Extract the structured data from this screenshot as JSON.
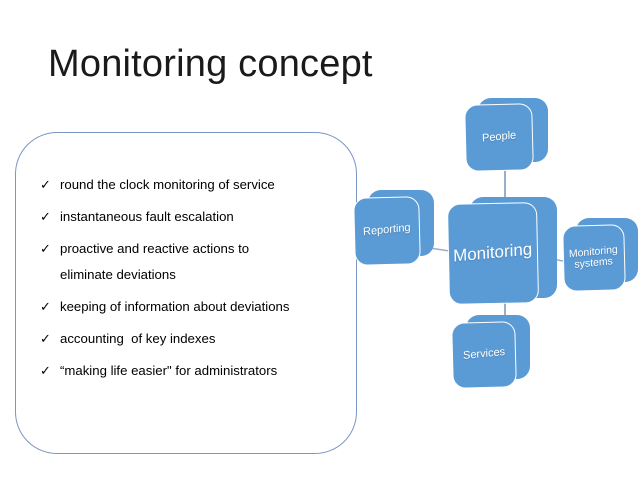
{
  "slide": {
    "title": "Monitoring concept",
    "background_color": "#ffffff",
    "callout_border_color": "#7a96c2"
  },
  "bullets": {
    "marker": "✓",
    "items": [
      "round the clock monitoring of service",
      "instantaneous fault escalation",
      "proactive and reactive actions to\neliminate deviations",
      "keeping of information about deviations",
      "accounting  of key indexes",
      "“making life easier\" for administrators"
    ]
  },
  "diagram": {
    "type": "smartart-radial",
    "node_fill_color": "#5b9bd5",
    "node_text_color": "#ffffff",
    "connector_color": "#9ab0c8",
    "center": {
      "label": "Monitoring"
    },
    "nodes": [
      {
        "label": "People",
        "position": "top"
      },
      {
        "label": "Reporting",
        "position": "left"
      },
      {
        "label": "Monitoring\nsystems",
        "position": "right"
      },
      {
        "label": "Services",
        "position": "bottom"
      }
    ]
  }
}
